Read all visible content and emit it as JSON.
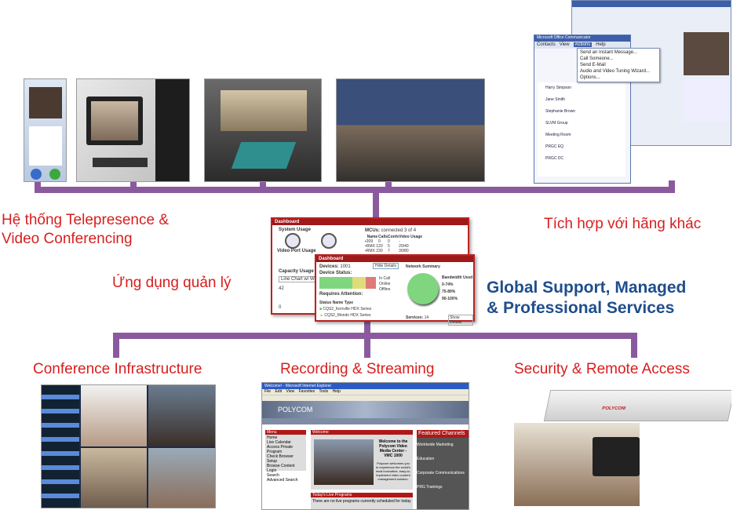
{
  "labels": {
    "telepresence_1": "Hệ thống Telepresence &",
    "telepresence_2": "Video Conferencing",
    "integration": "Tích hợp với hãng khác",
    "management": "Ứng dụng quản lý",
    "global_1": "Global Support, Managed",
    "global_2": "& Professional Services",
    "infrastructure": "Conference Infrastructure",
    "recording": "Recording & Streaming",
    "security": "Security & Remote Access"
  },
  "communicator": {
    "title": "Microsoft Office Communicator",
    "menu": [
      "Contacts",
      "View",
      "Actions",
      "Help"
    ],
    "contacts": [
      "Harry Simpson",
      "Jane Smith",
      "Stephanie Brown",
      "SLVM Group",
      "Meeting Room",
      "PRGC EQ",
      "PRGC DC"
    ],
    "actions_menu": [
      "Send an Instant Message...",
      "Call Someone...",
      "Send E-Mail",
      "Audio and Video Tuning Wizard...",
      "Options..."
    ]
  },
  "dashboard": {
    "title": "Dashboard",
    "system_usage": "System Usage",
    "video_port_usage": "Video Port Usage",
    "capacity": "Capacity Usage",
    "chart_select": "Line Chart w/ We",
    "chart_max": "42",
    "chart_min": "0",
    "mcus_label": "MCUs:",
    "mcus_value": "connected 3 of 4",
    "mcu_headers": [
      "Name",
      "Calls",
      "Confs",
      "Video Usage"
    ],
    "mcu_rows": [
      [
        "209",
        "0",
        "0",
        "-"
      ],
      [
        "RMX 1",
        "20",
        "5",
        "20/40"
      ],
      [
        "RMX 2",
        "30",
        "7",
        "30/80"
      ]
    ],
    "devices_label": "Devices:",
    "devices_value": "1001",
    "hide_details": "Hide Details",
    "device_status": "Device Status:",
    "legend": [
      "In Call",
      "Online",
      "Offline"
    ],
    "requires_attention": "Requires Attention:",
    "attn_headers": [
      "Status",
      "Name",
      "Type"
    ],
    "attn_rows": [
      [
        "CQS2_Kerrville",
        "HDX Series"
      ],
      [
        "CQS2_Mondo",
        "HDX Series"
      ]
    ],
    "network_summary": "Network Summary",
    "show_details": "Show Details",
    "bandwidth_used": "Bandwidth Used",
    "bw_legend": [
      "0-74%",
      "75-89%",
      "90-100%"
    ],
    "services_label": "Services:",
    "services_value": "14"
  },
  "browser": {
    "title": "Welcome! - Microsoft Internet Explorer",
    "menu": [
      "File",
      "Edit",
      "View",
      "Favorites",
      "Tools",
      "Help"
    ],
    "brand": "POLYCOM",
    "menu_header": "Menu",
    "nav": [
      "Home",
      "Live Calendar",
      "Access Private Program",
      "Check Browser Setup",
      "Browse Content",
      "Login",
      "Search"
    ],
    "advanced_search": "Advanced Search",
    "welcome_header": "Welcome",
    "welcome_title": "Welcome to the Polycom Video Media Center - VMC 1000",
    "welcome_text": "Polycom welcomes you to experience the world's most innovative, easy-to-implement video content management solution.",
    "live_header": "Today's Live Programs",
    "live_text": "There are no live programs currently scheduled for today",
    "featured": "Featured Channels",
    "channels": [
      "Worldwide Marketing",
      "Education",
      "Corporate Communications",
      "PRG Trainings"
    ]
  },
  "device_brand": "POLYCOM",
  "colors": {
    "bus": "#8b5a9e",
    "red": "#d81e1e",
    "blue": "#1f4e8c",
    "in_call": "#7fd67f",
    "online": "#e0dc7a",
    "offline": "#e07a7a"
  }
}
